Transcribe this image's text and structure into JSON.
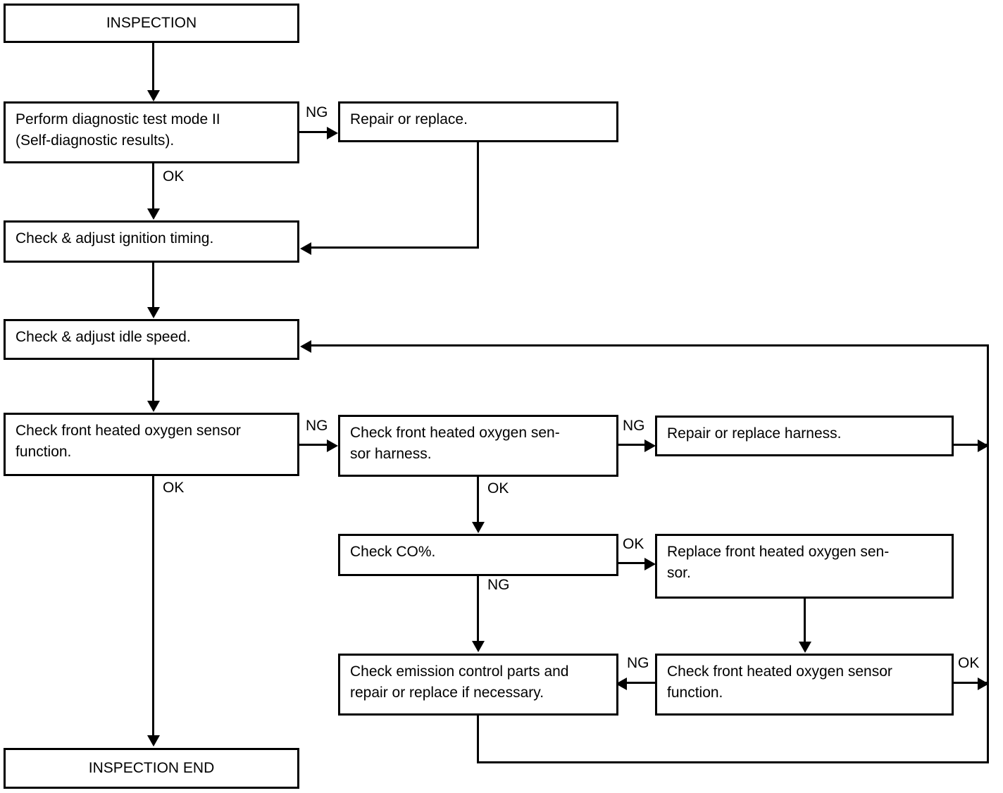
{
  "diagram": {
    "title": "INSPECTION",
    "type": "flowchart",
    "nodes": {
      "inspection_start": "INSPECTION",
      "perform_diagnostic": "Perform diagnostic test mode II\n(Self-diagnostic results).",
      "repair_or_replace": "Repair or replace.",
      "check_ignition_timing": "Check & adjust ignition timing.",
      "check_idle_speed": "Check & adjust idle speed.",
      "check_front_o2_function": "Check front heated oxygen sensor\nfunction.",
      "check_front_o2_harness": "Check front heated oxygen sen-\nsor harness.",
      "repair_replace_harness": "Repair or replace harness.",
      "check_co": "Check CO%.",
      "replace_front_o2_sensor": "Replace front heated oxygen sen-\nsor.",
      "check_emission_parts": "Check emission control parts and\nrepair or replace if necessary.",
      "check_front_o2_function_2": "Check front heated oxygen sensor\nfunction.",
      "inspection_end": "INSPECTION END"
    },
    "edge_labels": {
      "diag_ng": "NG",
      "diag_ok": "OK",
      "o2_func_ng": "NG",
      "o2_func_ok": "OK",
      "harness_ng": "NG",
      "harness_ok": "OK",
      "co_ok": "OK",
      "co_ng": "NG",
      "o2_func2_ng": "NG",
      "o2_func2_ok": "OK"
    },
    "colors": {
      "stroke": "#000000",
      "fill": "#ffffff",
      "text": "#000000"
    }
  }
}
